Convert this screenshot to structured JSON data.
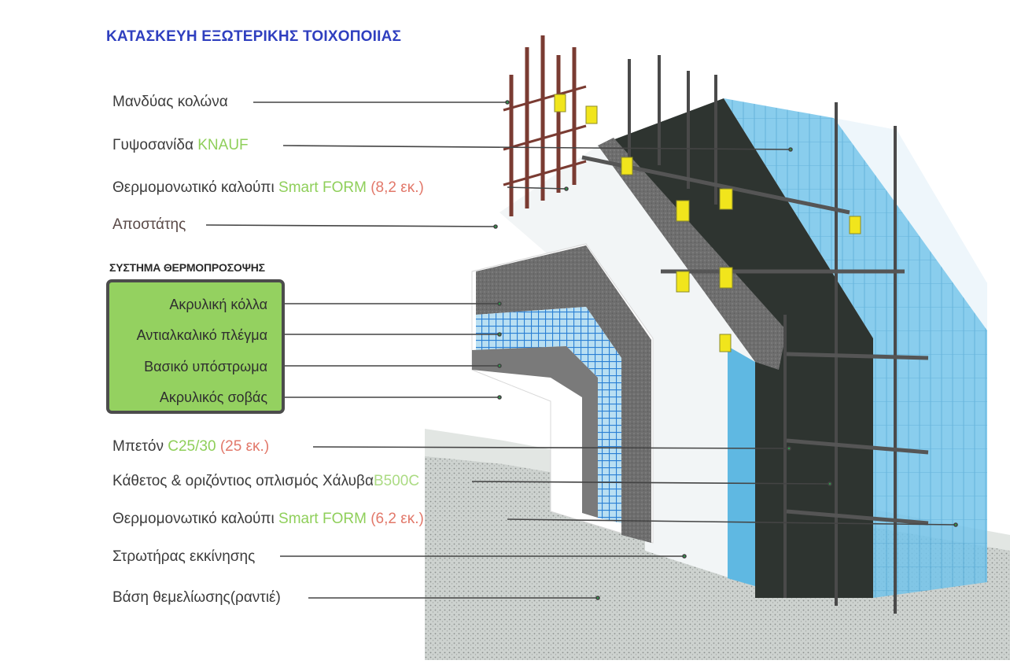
{
  "title": "ΚΑΤΑΣΚΕΥΗ ΕΞΩΤΕΡΙΚΗΣ ΤΟΙΧΟΠΟΙΙΑΣ",
  "labels": {
    "column_jacket": "Μανδύας κολώνα",
    "plasterboard": "Γυψοσανίδα",
    "plasterboard_brand": "KNAUF",
    "formwork_top": "Θερμομονωτικό καλούπι",
    "formwork_top_brand": "Smart FORM",
    "formwork_top_size": "(8,2 εκ.)",
    "spacer": "Αποστάτης",
    "concrete": "Μπετόν",
    "concrete_class": "C25/30",
    "concrete_size": "(25 εκ.)",
    "rebar": "Κάθετος & οριζόντιος οπλισμός Χάλυβα",
    "rebar_grade": "B500C",
    "formwork_bottom": "Θερμομονωτικό καλούπι",
    "formwork_bottom_brand": "Smart FORM",
    "formwork_bottom_size": "(6,2 εκ.)",
    "starter_course": "Στρωτήρας εκκίνησης",
    "foundation": "Βάση θεμελίωσης(ραντιέ)"
  },
  "thermal_system": {
    "heading": "ΣΥΣΤΗΜΑ ΘΕΡΜΟΠΡΟΣΟΨΗΣ",
    "items": [
      "Ακρυλική κόλλα",
      "Αντιαλκαλικό πλέγμα",
      "Βασικό υπόστρωμα",
      "Ακρυλικός σοβάς"
    ]
  },
  "colors": {
    "title": "#2f3fbf",
    "brand_green": "#8fcf5a",
    "size_red": "#e2786a",
    "system_box_fill": "#94d160",
    "system_box_border": "#4c4c4c",
    "insulation_blue": "#58b8e6",
    "concrete_grey": "#6e6e6e",
    "spacer_yellow": "#f1e51c",
    "rebar_dark": "#4a4a4a"
  }
}
